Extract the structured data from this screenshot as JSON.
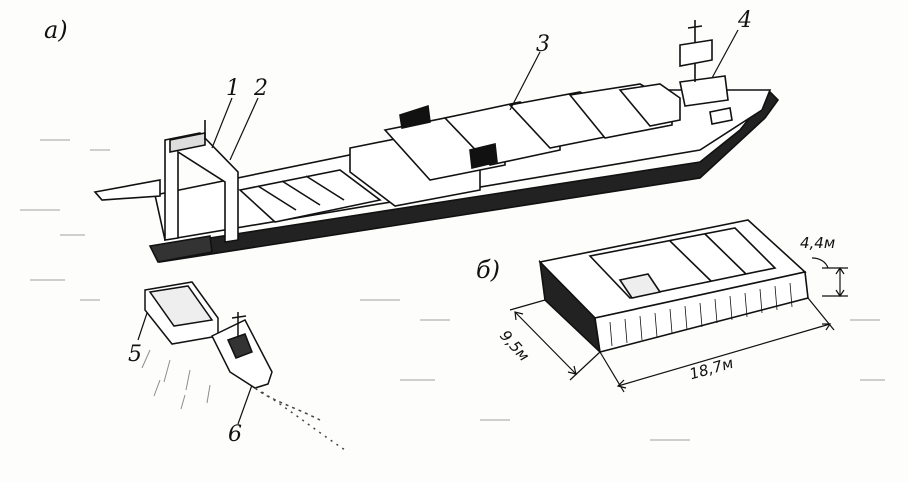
{
  "panels": {
    "a": "а)",
    "b": "б)"
  },
  "callouts": [
    "1",
    "2",
    "3",
    "4",
    "5",
    "6"
  ],
  "dimensions": {
    "height": "4,4м",
    "width": "9,5м",
    "length": "18,7м"
  }
}
